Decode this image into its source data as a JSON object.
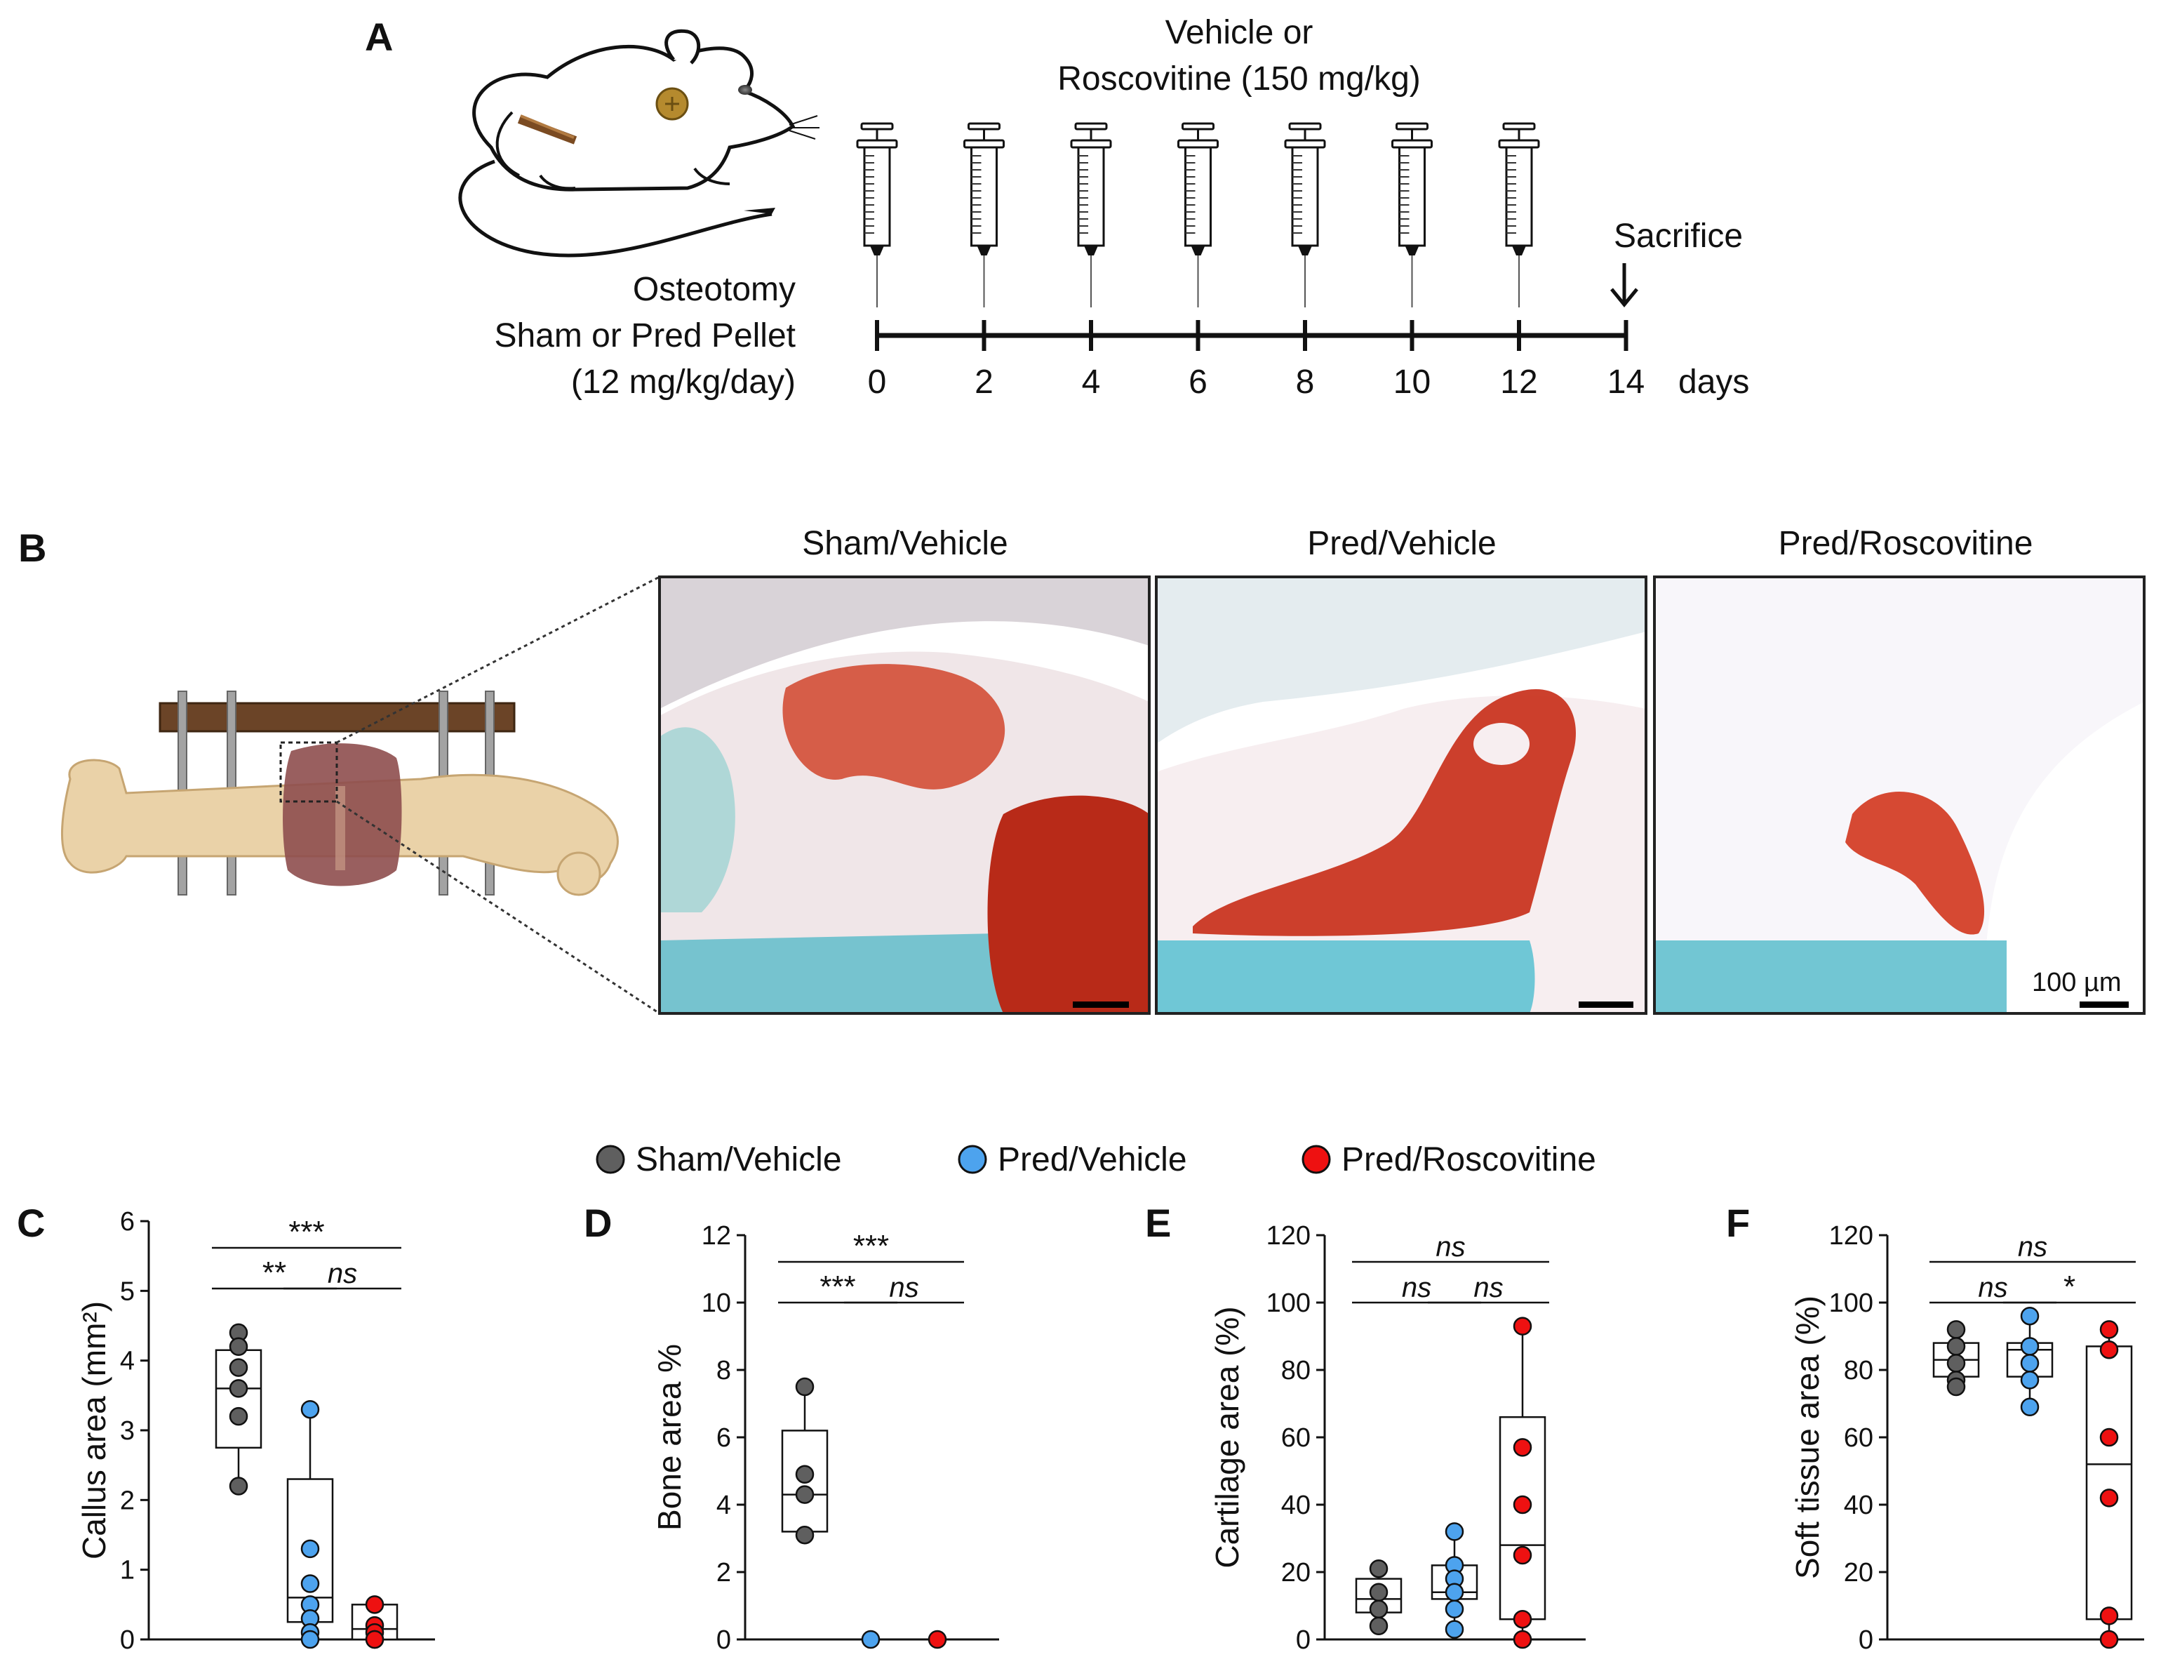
{
  "panels": {
    "A": {
      "letter": "A",
      "treatment_line1": "Vehicle or",
      "treatment_line2": "Roscovitine (150 mg/kg)",
      "left_label_line1": "Osteotomy",
      "left_label_line2": "Sham or Pred Pellet",
      "left_label_line3": "(12 mg/kg/day)",
      "days": [
        "0",
        "2",
        "4",
        "6",
        "8",
        "10",
        "12",
        "14"
      ],
      "injection_days": [
        0,
        2,
        4,
        6,
        8,
        10,
        12
      ],
      "days_label": "days",
      "sacrifice_label": "Sacrifice"
    },
    "B": {
      "letter": "B",
      "images": [
        {
          "title": "Sham/Vehicle",
          "scale_label": ""
        },
        {
          "title": "Pred/Vehicle",
          "scale_label": ""
        },
        {
          "title": "Pred/Roscovitine",
          "scale_label": "100 µm"
        }
      ]
    }
  },
  "legend": [
    {
      "name": "Sham/Vehicle",
      "color": "#5f5f5f"
    },
    {
      "name": "Pred/Vehicle",
      "color": "#4da3ee"
    },
    {
      "name": "Pred/Roscovitine",
      "color": "#ee1111"
    }
  ],
  "chart_data": [
    {
      "panel": "C",
      "type": "box",
      "ylabel": "Callus area (mm²)",
      "ylim": [
        0,
        6
      ],
      "yticks": [
        "0",
        "1",
        "2",
        "3",
        "4",
        "5",
        "6"
      ],
      "groups": [
        {
          "name": "Sham/Vehicle",
          "points": [
            4.4,
            4.2,
            3.9,
            3.6,
            3.2,
            2.2
          ],
          "whisker": [
            2.2,
            4.4
          ],
          "box": [
            2.75,
            4.15
          ],
          "median": 3.6
        },
        {
          "name": "Pred/Vehicle",
          "points": [
            3.3,
            1.3,
            0.8,
            0.5,
            0.3,
            0.1,
            0.0
          ],
          "whisker": [
            0.0,
            3.3
          ],
          "box": [
            0.25,
            2.3
          ],
          "median": 0.6
        },
        {
          "name": "Pred/Roscovitine",
          "points": [
            0.5,
            0.2,
            0.1,
            0.0,
            0.0
          ],
          "whisker": [
            0.0,
            0.5
          ],
          "box": [
            0.0,
            0.5
          ],
          "median": 0.15
        }
      ],
      "comparisons": [
        {
          "groups": [
            0,
            2
          ],
          "label": "***",
          "italic": false,
          "level": 2
        },
        {
          "groups": [
            0,
            1
          ],
          "label": "**",
          "italic": false,
          "level": 1
        },
        {
          "groups": [
            1,
            2
          ],
          "label": "ns",
          "italic": true,
          "level": 1
        }
      ]
    },
    {
      "panel": "D",
      "type": "box",
      "ylabel": "Bone area %",
      "ylim": [
        0,
        12
      ],
      "yticks": [
        "0",
        "2",
        "4",
        "6",
        "8",
        "10",
        "12"
      ],
      "groups": [
        {
          "name": "Sham/Vehicle",
          "points": [
            7.5,
            4.9,
            4.3,
            3.1
          ],
          "whisker": [
            3.1,
            7.5
          ],
          "box": [
            3.2,
            6.2
          ],
          "median": 4.3
        },
        {
          "name": "Pred/Vehicle",
          "points": [
            0.0
          ],
          "whisker": [
            0.0,
            0.0
          ],
          "box": [
            0.0,
            0.0
          ],
          "median": 0.0
        },
        {
          "name": "Pred/Roscovitine",
          "points": [
            0.0
          ],
          "whisker": [
            0.0,
            0.0
          ],
          "box": [
            0.0,
            0.0
          ],
          "median": 0.0
        }
      ],
      "comparisons": [
        {
          "groups": [
            0,
            2
          ],
          "label": "***",
          "italic": false,
          "level": 2
        },
        {
          "groups": [
            0,
            1
          ],
          "label": "***",
          "italic": false,
          "level": 1
        },
        {
          "groups": [
            1,
            2
          ],
          "label": "ns",
          "italic": true,
          "level": 1
        }
      ]
    },
    {
      "panel": "E",
      "type": "box",
      "ylabel": "Cartilage area (%)",
      "ylim": [
        0,
        120
      ],
      "yticks": [
        "0",
        "20",
        "40",
        "60",
        "80",
        "100",
        "120"
      ],
      "groups": [
        {
          "name": "Sham/Vehicle",
          "points": [
            21,
            14,
            9,
            4
          ],
          "whisker": [
            4,
            22
          ],
          "box": [
            8,
            18
          ],
          "median": 12
        },
        {
          "name": "Pred/Vehicle",
          "points": [
            32,
            22,
            18,
            14,
            9,
            3
          ],
          "whisker": [
            2,
            32
          ],
          "box": [
            12,
            22
          ],
          "median": 14
        },
        {
          "name": "Pred/Roscovitine",
          "points": [
            93,
            57,
            40,
            25,
            6,
            0
          ],
          "whisker": [
            0,
            93
          ],
          "box": [
            6,
            66
          ],
          "median": 28
        }
      ],
      "comparisons": [
        {
          "groups": [
            0,
            2
          ],
          "label": "ns",
          "italic": true,
          "level": 2
        },
        {
          "groups": [
            0,
            1
          ],
          "label": "ns",
          "italic": true,
          "level": 1
        },
        {
          "groups": [
            1,
            2
          ],
          "label": "ns",
          "italic": true,
          "level": 1
        }
      ]
    },
    {
      "panel": "F",
      "type": "box",
      "ylabel": "Soft tissue area (%)",
      "ylim": [
        0,
        120
      ],
      "yticks": [
        "0",
        "20",
        "40",
        "60",
        "80",
        "100",
        "120"
      ],
      "groups": [
        {
          "name": "Sham/Vehicle",
          "points": [
            92,
            87,
            82,
            77,
            75
          ],
          "whisker": [
            75,
            92
          ],
          "box": [
            78,
            88
          ],
          "median": 83
        },
        {
          "name": "Pred/Vehicle",
          "points": [
            96,
            87,
            82,
            77,
            69
          ],
          "whisker": [
            69,
            96
          ],
          "box": [
            78,
            88
          ],
          "median": 86
        },
        {
          "name": "Pred/Roscovitine",
          "points": [
            92,
            86,
            60,
            42,
            7,
            0
          ],
          "whisker": [
            0,
            92
          ],
          "box": [
            6,
            87
          ],
          "median": 52
        }
      ],
      "comparisons": [
        {
          "groups": [
            0,
            2
          ],
          "label": "ns",
          "italic": true,
          "level": 2
        },
        {
          "groups": [
            0,
            1
          ],
          "label": "ns",
          "italic": true,
          "level": 1
        },
        {
          "groups": [
            1,
            2
          ],
          "label": "*",
          "italic": false,
          "level": 1
        }
      ]
    }
  ]
}
